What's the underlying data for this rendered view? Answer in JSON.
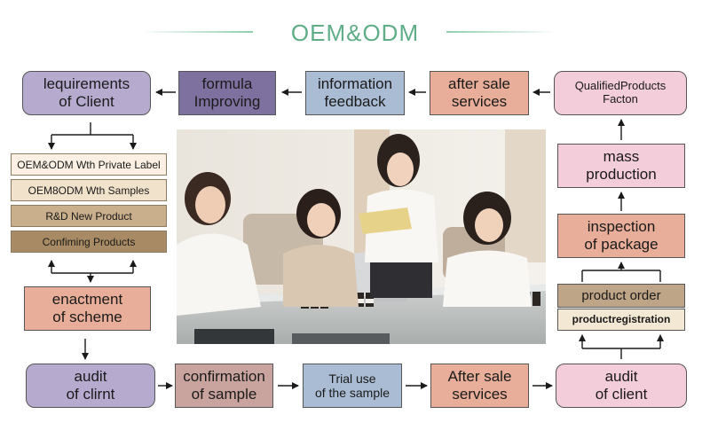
{
  "header": {
    "title": "OEM&ODM"
  },
  "top_row": {
    "requirements": "lequirements\nof Client",
    "formula": "formula\nImproving",
    "info_feedback": "information\nfeedback",
    "after_sale": "after sale\nservices",
    "qualified": "QualifiedProducts\nFacton"
  },
  "left_column": {
    "options": [
      "OEM&ODM Wth Private Label",
      "OEM8ODM Wth Samples",
      "R&D New Product",
      "Confiming Products"
    ],
    "enactment": "enactment\nof scheme"
  },
  "right_column": {
    "mass_production": "mass\nproduction",
    "inspection": "inspection\nof package",
    "product_order": "product order",
    "product_registration": "productregistration"
  },
  "bottom_row": {
    "audit_client_left": "audit\nof clirnt",
    "confirmation": "confirmation\nof sample",
    "trial": "Trial use\nof the sample",
    "after_sale_bottom": "After sale\nservices",
    "audit_client_right": "audit\nof client"
  },
  "colors": {
    "title_green": "#5fae88",
    "lavender": "#b6abce",
    "purple": "#7f719f",
    "blue": "#a9bcd4",
    "salmon": "#e8ae99",
    "pink": "#f3cdd9",
    "tan": "#bfa587"
  }
}
